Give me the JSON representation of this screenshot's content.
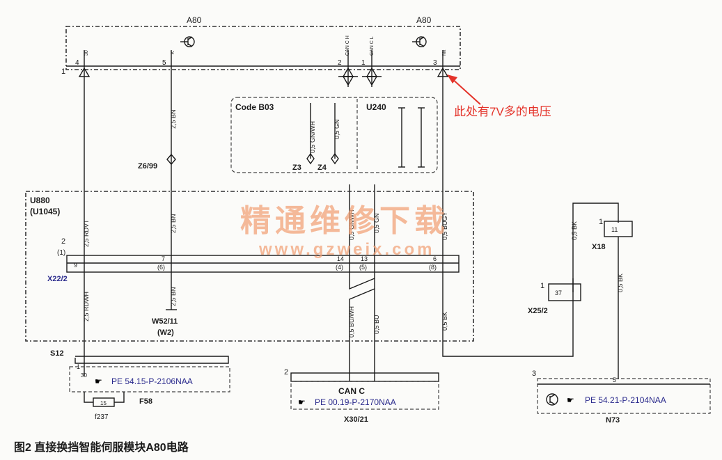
{
  "a80": {
    "label_left": "A80",
    "label_right": "A80"
  },
  "pins_top": {
    "p1": "1",
    "p4": "4",
    "p5": "5",
    "p2": "2",
    "p1b": "1",
    "p3": "3",
    "n30": "30",
    "nK": "K",
    "canh": "CAN C H",
    "canl": "CAN C L",
    "nX": "Nx"
  },
  "annotation": "此处有7V多的电压",
  "code_box": {
    "title": "Code B03",
    "u240": "U240",
    "wire1": "0,5 GN/WH",
    "wire2": "0,5 GN",
    "z3": "Z3",
    "z4": "Z4"
  },
  "splice": "Z6/99",
  "u880": {
    "label": "U880",
    "sub": "(U1045)"
  },
  "wires": {
    "rdvt": "2,5 RDVT",
    "bn1": "2,5 BN",
    "bn2": "2,5 BN",
    "bn3": "2,5 BN",
    "gnwh": "0,5 GNWH",
    "gn": "0,5 GN",
    "bugy": "0,5 BUGY",
    "rdwh": "2,5 RDWH",
    "buwh": "0,5 BU/WH",
    "bu": "0,5 BU",
    "bk": "0,5 BK",
    "bk_x18a": "0,5 BK",
    "bk_x18b": "0,5 BK"
  },
  "x22": {
    "label": "X22/2",
    "n2": "2",
    "n1p": "(1)",
    "p9": "9",
    "p7": "7",
    "p6p": "(6)",
    "p14": "14",
    "p4p": "(4)",
    "p13": "13",
    "p5p": "(5)",
    "p6": "6",
    "p8p": "(8)"
  },
  "w52": {
    "label": "W52/11",
    "sub": "(W2)"
  },
  "x18": {
    "label": "X18",
    "n1": "1",
    "pin": "11"
  },
  "x25": {
    "label": "X25/2",
    "n1": "1",
    "pin": "37"
  },
  "s12": {
    "label": "S12",
    "n1": "1",
    "pin": "30",
    "ref": "PE 54.15-P-2106NAA"
  },
  "f58": {
    "label": "F58",
    "fuse": "15",
    "f237": "f237"
  },
  "x30": {
    "n2": "2",
    "title": "CAN C",
    "ref": "PE 00.19-P-2170NAA",
    "label": "X30/21"
  },
  "n73": {
    "n3": "3",
    "pin": "5",
    "ref": "PE 54.21-P-2104NAA",
    "label": "N73"
  },
  "watermark": {
    "cn": "精通维修下载",
    "url": "www.gzweix.com"
  },
  "caption": "图2   直接换挡智能伺服模块A80电路",
  "colors": {
    "annotation": "#e4332a",
    "ref_text": "#2a2a8c",
    "watermark": "#f2a37a"
  },
  "icons": [
    "hand-pointer-icon",
    "transistor-icon",
    "ground-icon"
  ]
}
